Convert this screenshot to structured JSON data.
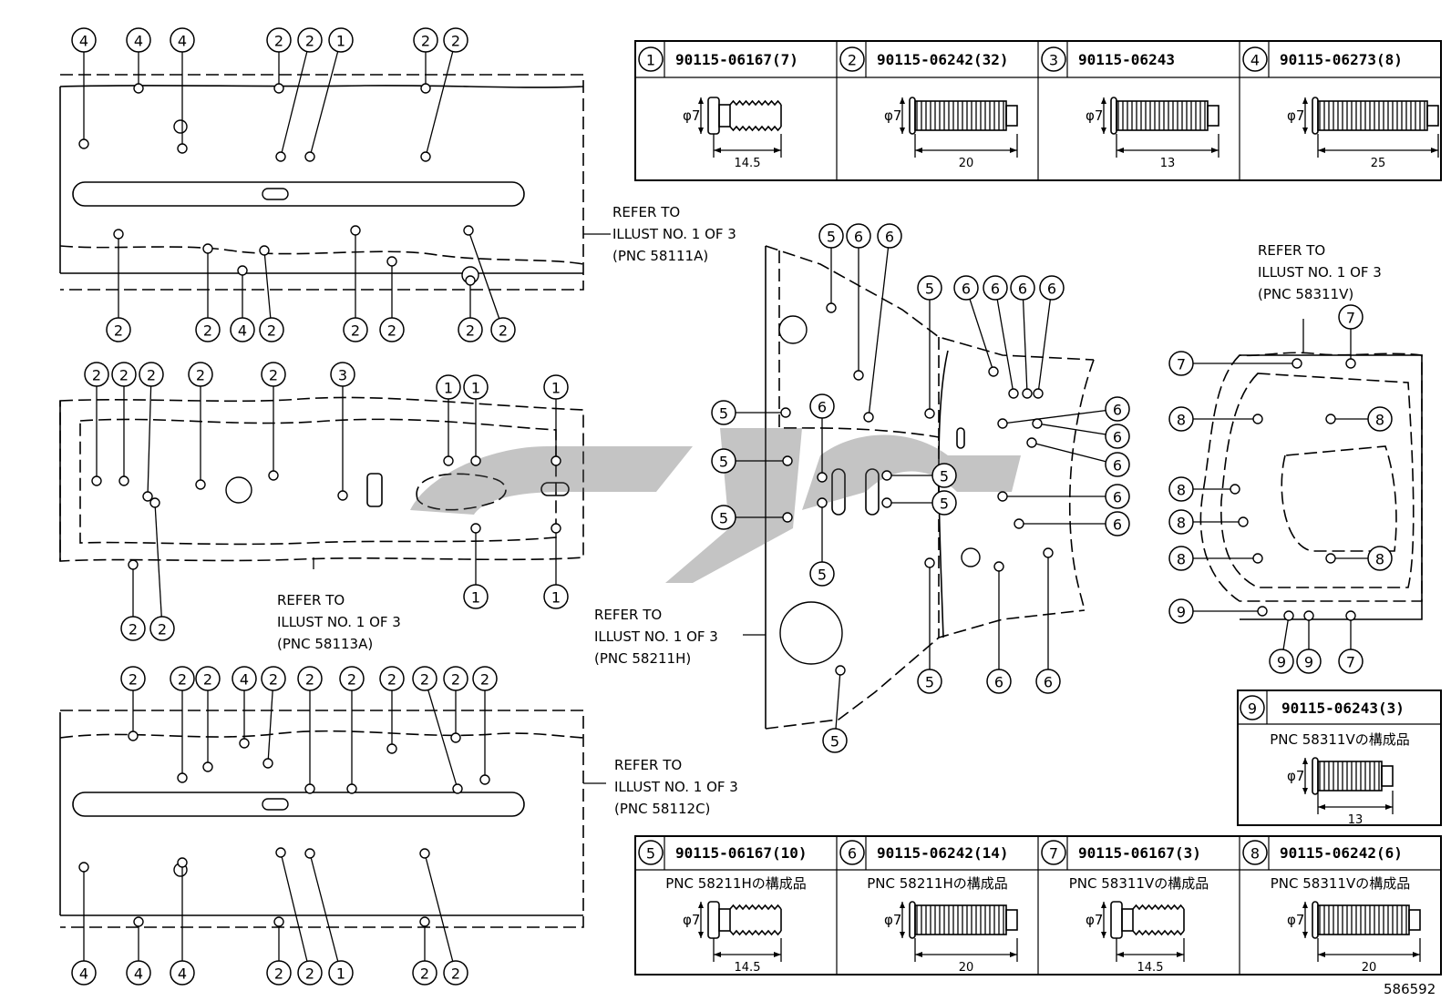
{
  "diagram_id": "586592",
  "top_table": [
    {
      "key": "1",
      "part": "90115-06167(7)",
      "dia": "φ7",
      "len": "14.5",
      "kind": "bolt"
    },
    {
      "key": "2",
      "part": "90115-06242(32)",
      "dia": "φ7",
      "len": "20",
      "kind": "grommet"
    },
    {
      "key": "3",
      "part": "90115-06243",
      "dia": "φ7",
      "len": "13",
      "kind": "grommet"
    },
    {
      "key": "4",
      "part": "90115-06273(8)",
      "dia": "φ7",
      "len": "25",
      "kind": "grommet"
    }
  ],
  "side_table": {
    "key": "9",
    "part": "90115-06243(3)",
    "note": "PNC 58311Vの構成品",
    "dia": "φ7",
    "len": "13"
  },
  "bottom_table": [
    {
      "key": "5",
      "part": "90115-06167(10)",
      "note": "PNC 58211Hの構成品",
      "dia": "φ7",
      "len": "14.5",
      "kind": "bolt"
    },
    {
      "key": "6",
      "part": "90115-06242(14)",
      "note": "PNC 58211Hの構成品",
      "dia": "φ7",
      "len": "20",
      "kind": "grommet"
    },
    {
      "key": "7",
      "part": "90115-06167(3)",
      "note": "PNC 58311Vの構成品",
      "dia": "φ7",
      "len": "14.5",
      "kind": "bolt"
    },
    {
      "key": "8",
      "part": "90115-06242(6)",
      "note": "PNC 58311Vの構成品",
      "dia": "φ7",
      "len": "20",
      "kind": "grommet"
    }
  ],
  "refer_notes": [
    {
      "l1": "REFER TO",
      "l2": "ILLUST NO. 1 OF 3",
      "l3": "(PNC 58111A)"
    },
    {
      "l1": "REFER TO",
      "l2": "ILLUST NO. 1 OF 3",
      "l3": "(PNC 58113A)"
    },
    {
      "l1": "REFER TO",
      "l2": "ILLUST NO. 1 OF 3",
      "l3": "(PNC 58112C)"
    },
    {
      "l1": "REFER TO",
      "l2": "ILLUST NO. 1 OF 3",
      "l3": "(PNC 58211H)"
    },
    {
      "l1": "REFER TO",
      "l2": "ILLUST NO. 1 OF 3",
      "l3": "(PNC 58311V)"
    }
  ],
  "callouts": {
    "panel1": [
      "4",
      "4",
      "4",
      "2",
      "2",
      "1",
      "2",
      "2",
      "2",
      "2",
      "4",
      "2",
      "2",
      "2",
      "2",
      "2"
    ],
    "panel2": [
      "2",
      "2",
      "2",
      "2",
      "2",
      "3",
      "1",
      "1",
      "1",
      "1",
      "1",
      "2",
      "2"
    ],
    "panel3": [
      "2",
      "2",
      "2",
      "4",
      "2",
      "2",
      "2",
      "2",
      "2",
      "2",
      "2",
      "4",
      "4",
      "4",
      "2",
      "2",
      "1",
      "2",
      "2"
    ],
    "center": [
      "5",
      "6",
      "6",
      "5",
      "6",
      "6",
      "6",
      "6",
      "6",
      "5",
      "6",
      "6",
      "6",
      "5",
      "5",
      "5",
      "6",
      "5",
      "6",
      "5",
      "5",
      "6",
      "6",
      "5"
    ],
    "right": [
      "7",
      "7",
      "8",
      "8",
      "8",
      "8",
      "8",
      "8",
      "9",
      "9",
      "9",
      "7"
    ]
  }
}
